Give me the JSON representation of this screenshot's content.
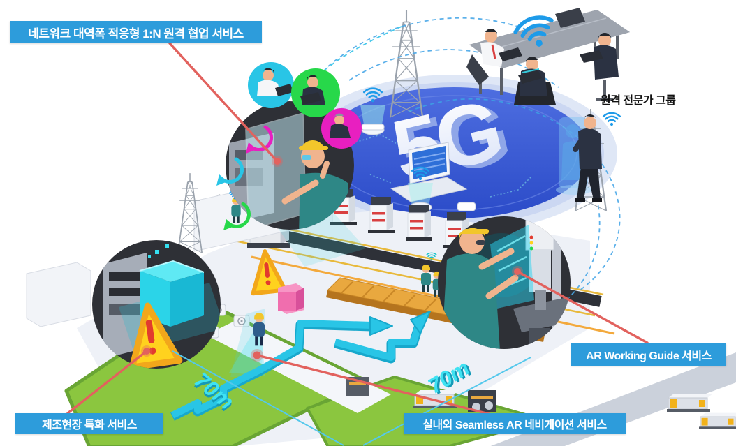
{
  "labels": {
    "top_left": "네트워크 대역폭 적응형 1:N 원격 협업 서비스",
    "ar_guide": "AR Working Guide 서비스",
    "manufacturing": "제조현장 특화 서비스",
    "navigation": "실내외 Seamless AR 네비게이션 서비스",
    "expert_group": "원격 전문가 그룹"
  },
  "network": {
    "technology": "5G"
  },
  "dimensions": {
    "left": "70m",
    "right": "70m"
  },
  "icons": {
    "wifi": "wifi-icon",
    "warning": "warning-triangle-icon",
    "tower": "transmission-tower-icon",
    "nav_arrow": "navigation-arrow-icon",
    "hologram": "hologram-icon",
    "circular_arrows": [
      "magenta",
      "cyan",
      "green"
    ]
  },
  "colors": {
    "label_bg": "#2D9CDB",
    "label_text": "#FFFFFF",
    "platform_blue": "#3A5BD9",
    "halo_blue": "#CBD7F2",
    "callout_bg": "#2E3036",
    "connector_red": "#E2625E",
    "dashed_link_blue": "#4AA8E8",
    "nav_arrow_cyan": "#29C5E6",
    "dimension_cyan": "#2BD9EC",
    "lawn_green": "#8BC63F",
    "warning_yellow": "#FFD21E",
    "helmet_yellow": "#F2C62B",
    "expert_circle_cyan": "#29C5E6",
    "expert_circle_green": "#27D84A",
    "expert_circle_magenta": "#E81FC0"
  }
}
